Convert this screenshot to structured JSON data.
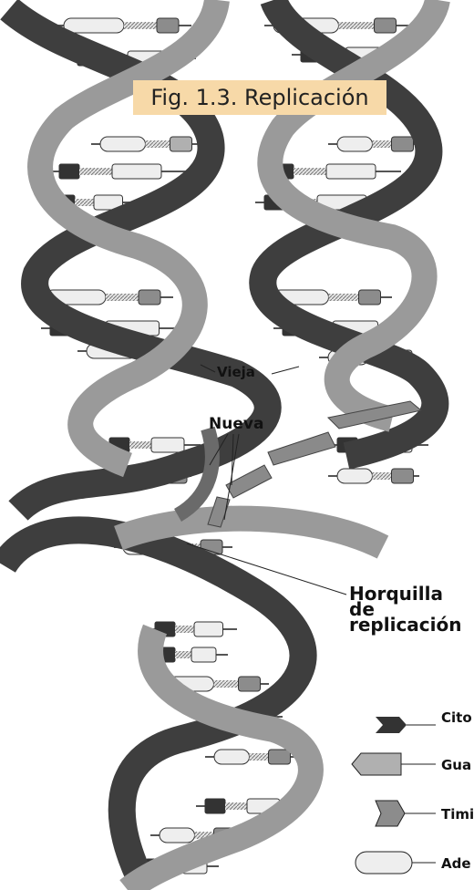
{
  "figure": {
    "caption": "Fig. 1.3. Replicación"
  },
  "labels": {
    "old_strand": "Vieja",
    "new_strand": "Nueva",
    "fork_line1": "Horquilla de",
    "fork_line2": "replicación"
  },
  "legend": {
    "items": [
      {
        "key": "cito",
        "label": "Cito"
      },
      {
        "key": "gua",
        "label": "Gua"
      },
      {
        "key": "timi",
        "label": "Timi"
      },
      {
        "key": "ade",
        "label": "Ade"
      }
    ]
  },
  "colors": {
    "caption_bg": "#f7d9a8",
    "strand_dark": "#3e3e3e",
    "strand_light": "#9a9a9a",
    "cytosine": "#333333",
    "guanine": "#b0b0b0",
    "thymine": "#8c8c8c",
    "adenine": "#eeeeee"
  }
}
